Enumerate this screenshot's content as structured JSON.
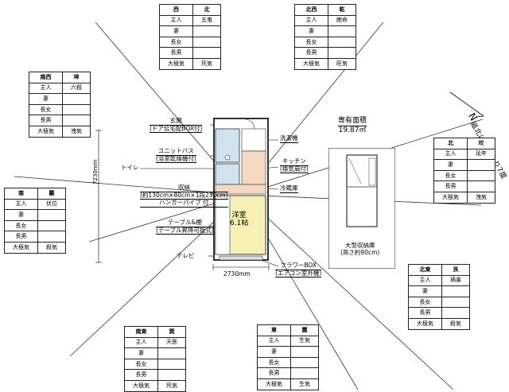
{
  "row_labels": [
    "主人",
    "妻",
    "長女",
    "長男",
    "大極気"
  ],
  "tables": [
    {
      "id": "north-northwest",
      "head": [
        "西",
        "北"
      ],
      "values": [
        "五鬼",
        "",
        "",
        "",
        "死気"
      ]
    },
    {
      "id": "north-northeast",
      "head": [
        "北西",
        "乾"
      ],
      "values": [
        "絶命",
        "",
        "",
        "",
        "旺気"
      ]
    },
    {
      "id": "northwest",
      "head": [
        "南西",
        "坤"
      ],
      "values": [
        "六殺",
        "",
        "",
        "",
        "洩気"
      ]
    },
    {
      "id": "east",
      "head": [
        "北",
        "坎"
      ],
      "values": [
        "延年",
        "",
        "",
        "",
        "洩気"
      ]
    },
    {
      "id": "west",
      "head": [
        "南",
        "離"
      ],
      "values": [
        "伏位",
        "",
        "",
        "",
        "殺気"
      ]
    },
    {
      "id": "southeast",
      "head": [
        "北東",
        "艮"
      ],
      "values": [
        "禍害",
        "",
        "",
        "",
        "殺気"
      ]
    },
    {
      "id": "south-southwest",
      "head": [
        "南東",
        "巽"
      ],
      "values": [
        "天医",
        "",
        "",
        "",
        "死気"
      ]
    },
    {
      "id": "south-southeast",
      "head": [
        "東",
        "震"
      ],
      "values": [
        "生気",
        "",
        "",
        "",
        "生気"
      ]
    }
  ],
  "plan_labels": {
    "entrance": [
      "玄関",
      "(ドア伝宅配BOX付)"
    ],
    "unit_bath": [
      "ユニットバス",
      "(浴室乾燥機付)"
    ],
    "toilet": "トイレ",
    "storage": [
      "収納",
      "(約130cm×80cm×1段230cm)",
      "ハンガーパイプ 付"
    ],
    "table_shelf": [
      "テーブル&棚",
      "(テーブル昇降可能式)"
    ],
    "tv": "テレビ",
    "washer": "洗濯機",
    "kitchen": [
      "キッチン",
      "(換気扇付)"
    ],
    "fridge": "冷蔵庫",
    "room": [
      "洋室",
      "6.1帖"
    ],
    "flower_box": [
      "フラワーBOX",
      "(エアコン室外機)"
    ],
    "loft": [
      "大型収納庫",
      "(高さ約90cm)"
    ]
  },
  "area": {
    "title": "専有面積",
    "value": "19.87㎡"
  },
  "north_note": "磁北は真北より7度",
  "north_symbol": "N",
  "dimensions": {
    "height": "7230mm",
    "width": "2730mm"
  },
  "colors": {
    "room_fill": "#f7f0b4",
    "bath_fill": "#cfe3ef",
    "kitchen_fill": "#f3d9c4",
    "wall": "#333333"
  }
}
